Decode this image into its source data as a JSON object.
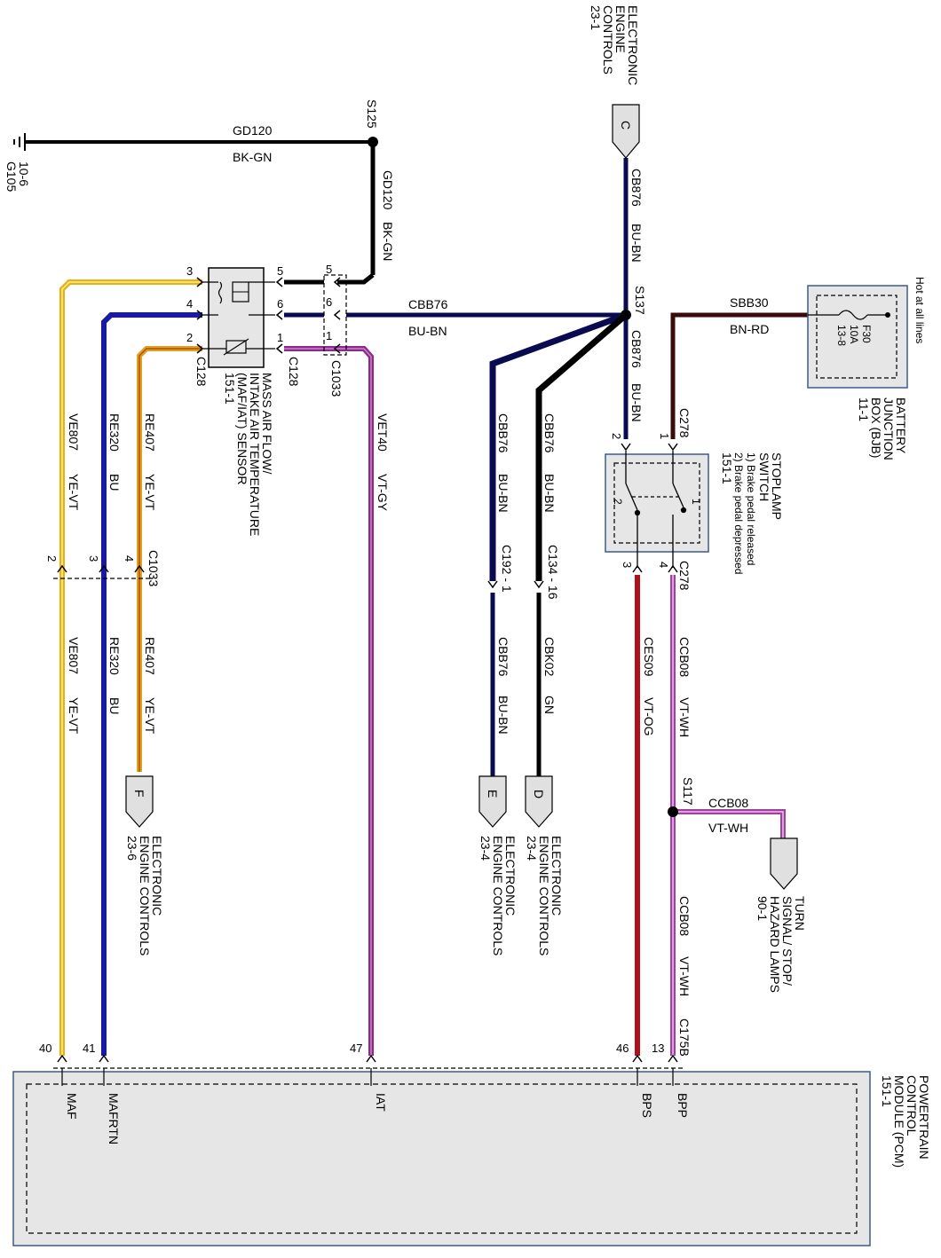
{
  "ground": {
    "id": "G105",
    "ref": "10-6"
  },
  "splices": {
    "s125": "S125",
    "s137": "S137",
    "s117": "S117"
  },
  "wires": {
    "gd120": {
      "circuit": "GD120",
      "color": "BK-GN"
    },
    "cbb76": {
      "circuit": "CBB76",
      "color": "BU-BN"
    },
    "cb876": {
      "circuit": "CB876",
      "color": "BU-BN"
    },
    "sbb30": {
      "circuit": "SBB30",
      "color": "BN-RD"
    },
    "ve807": {
      "circuit": "VE807",
      "color": "YE-VT"
    },
    "re320": {
      "circuit": "RE320",
      "color": "BU"
    },
    "re407": {
      "circuit": "RE407",
      "color": "YE-VT"
    },
    "vet40": {
      "circuit": "VET40",
      "color": "VT-GY"
    },
    "cbk02": {
      "circuit": "CBK02",
      "color": "GN"
    },
    "ces09": {
      "circuit": "CES09",
      "color": "VT-OG"
    },
    "ccb08": {
      "circuit": "CCB08",
      "color": "VT-WH"
    }
  },
  "connectors": {
    "c128": "C128",
    "c1033": "C1033",
    "c278": "C278",
    "c192": "C192 - 1",
    "c134": "C134 - 16",
    "c175b": "C175B"
  },
  "mafSensor": {
    "line1": "MASS AIR FLOW/",
    "line2": "INTAKE AIR TEMPERATURE",
    "line3": "(MAF/IAT) SENSOR",
    "line4": "151-1"
  },
  "stoplamp": {
    "line1": "STOPLAMP",
    "line2": "SWITCH",
    "line3": "1) Brake pedal released",
    "line4": "2) Brake pedal depressed",
    "line5": "151-1"
  },
  "bjb": {
    "line1": "BATTERY",
    "line2": "JUNCTION",
    "line3": "BOX (BJB)",
    "line4": "11-1",
    "hot": "Hot at all lines",
    "fuse": "F30",
    "amps": "10A",
    "loc": "13-8"
  },
  "pcm": {
    "line1": "POWERTRAIN",
    "line2": "CONTROL",
    "line3": "MODULE (PCM)",
    "line4": "151-1",
    "pins": [
      "MAF",
      "MAFRTN",
      "IAT",
      "BPS",
      "BPP"
    ]
  },
  "offPage": {
    "c": {
      "letter": "C",
      "line1": "ELECTRONIC",
      "line2": "ENGINE",
      "line3": "CONTROLS",
      "line4": "23-1"
    },
    "d": {
      "letter": "D",
      "line1": "ELECTRONIC",
      "line2": "ENGINE CONTROLS",
      "line3": "23-4"
    },
    "e": {
      "letter": "E",
      "line1": "ELECTRONIC",
      "line2": "ENGINE CONTROLS",
      "line3": "23-4"
    },
    "f": {
      "letter": "F",
      "line1": "ELECTRONIC",
      "line2": "ENGINE CONTROLS",
      "line3": "23-6"
    },
    "turn": {
      "line1": "TURN",
      "line2": "SIGNAL/ STOP/",
      "line3": "HAZARD LAMPS",
      "line4": "90-1"
    }
  },
  "pinNumbers": {
    "maf3": "3",
    "maf4": "4",
    "maf2": "2",
    "maf5": "5",
    "maf6": "6",
    "maf1": "1",
    "c1033a": "5",
    "c1033b": "6",
    "c1033c": "1",
    "c1033d": "2",
    "c1033e": "3",
    "c1033f": "4",
    "sw1": "1",
    "sw2": "2",
    "sw3": "3",
    "sw4": "4",
    "pcm40": "40",
    "pcm41": "41",
    "pcm47": "47",
    "pcm46": "46",
    "pcm13": "13"
  }
}
